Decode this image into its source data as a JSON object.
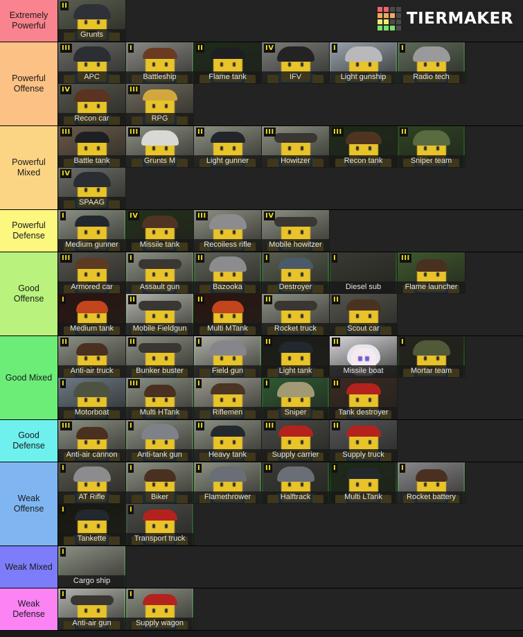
{
  "brand": {
    "name": "TIERMAKER",
    "logo_colors": [
      [
        "#f2626b",
        "#f2626b",
        "#4a4a4a",
        "#4a4a4a"
      ],
      [
        "#f0a860",
        "#f0a860",
        "#f0a860",
        "#4a4a4a"
      ],
      [
        "#f2e96b",
        "#f2e96b",
        "#4a4a4a",
        "#4a4a4a"
      ],
      [
        "#7ae06b",
        "#7ae06b",
        "#7ae06b",
        "#4a4a4a"
      ]
    ]
  },
  "tiers": [
    {
      "label": "Extremely Powerful",
      "color": "#f9838e",
      "items": [
        {
          "name": "Grunts",
          "rank": "II",
          "selected": false,
          "skin": "helmet-dark",
          "hat": "#2e3238",
          "bg": "#5a5f50",
          "frown": true
        }
      ]
    },
    {
      "label": "Powerful Offense",
      "color": "#fcc185",
      "items": [
        {
          "name": "APC",
          "rank": "III",
          "selected": false,
          "skin": "helmet-dark",
          "hat": "#2b2f33",
          "bg": "#6a6a66"
        },
        {
          "name": "Battleship",
          "rank": "I",
          "selected": true,
          "skin": "cap-brown",
          "hat": "#6b3a22",
          "bg": "#8a8a86"
        },
        {
          "name": "Flame tank",
          "rank": "II",
          "selected": false,
          "skin": "cap-dark",
          "hat": "#1d1f22",
          "bg": "#1d2b1b"
        },
        {
          "name": "IFV",
          "rank": "IV",
          "selected": false,
          "skin": "helmet-dark",
          "hat": "#232323",
          "bg": "#7d7d7a"
        },
        {
          "name": "Light gunship",
          "rank": "I",
          "selected": true,
          "skin": "helmet-grey",
          "hat": "#b9b9bb",
          "bg": "#9aa3ad"
        },
        {
          "name": "Radio tech",
          "rank": "I",
          "selected": true,
          "skin": "helmet-grey",
          "hat": "#9a9a9c",
          "bg": "#5f6b5a"
        },
        {
          "name": "Recon car",
          "rank": "IV",
          "selected": false,
          "skin": "goggle-brown",
          "hat": "#5a3420",
          "bg": "#55564c"
        },
        {
          "name": "RPG",
          "rank": "III",
          "selected": false,
          "skin": "cap-tan",
          "hat": "#d2a83e",
          "bg": "#6f6a5c"
        }
      ]
    },
    {
      "label": "Powerful Mixed",
      "color": "#fcd584",
      "items": [
        {
          "name": "Battle tank",
          "rank": "III",
          "selected": false,
          "skin": "cap-dark",
          "hat": "#1d1f22",
          "bg": "#6b5b4a"
        },
        {
          "name": "Grunts M",
          "rank": "III",
          "selected": false,
          "skin": "helmet-white",
          "hat": "#d8d8d4",
          "bg": "#8d9184"
        },
        {
          "name": "Light gunner",
          "rank": "II",
          "selected": false,
          "skin": "cap-dark",
          "hat": "#22262b",
          "bg": "#8d9184"
        },
        {
          "name": "Howitzer",
          "rank": "III",
          "selected": false,
          "skin": "hat-wide",
          "hat": "#3a3632",
          "bg": "#8d9184"
        },
        {
          "name": "Recon tank",
          "rank": "III",
          "selected": false,
          "skin": "goggle-brown",
          "hat": "#4f3422",
          "bg": "#1e2a18"
        },
        {
          "name": "Sniper team",
          "rank": "II",
          "selected": true,
          "skin": "helmet-camo",
          "hat": "#5a6b42",
          "bg": "#2e4422"
        },
        {
          "name": "SPAAG",
          "rank": "IV",
          "selected": false,
          "skin": "helmet-dark",
          "hat": "#2a2e33",
          "bg": "#6d6d69"
        }
      ]
    },
    {
      "label": "Powerful Defense",
      "color": "#fbf77f",
      "items": [
        {
          "name": "Medium gunner",
          "rank": "I",
          "selected": true,
          "skin": "cap-dark",
          "hat": "#23282e",
          "bg": "#8d9184"
        },
        {
          "name": "Missile tank",
          "rank": "IV",
          "selected": false,
          "skin": "goggle-brown",
          "hat": "#4f3422",
          "bg": "#23301c"
        },
        {
          "name": "Recoiless rifle",
          "rank": "III",
          "selected": false,
          "skin": "helmet-grey",
          "hat": "#8c8c8e",
          "bg": "#8d9184"
        },
        {
          "name": "Mobile howitzer",
          "rank": "IV",
          "selected": false,
          "skin": "hat-wide",
          "hat": "#3a3632",
          "bg": "#8d9184"
        }
      ]
    },
    {
      "label": "Good Offense",
      "color": "#b9f27d",
      "items": [
        {
          "name": "Armored car",
          "rank": "III",
          "selected": false,
          "skin": "cap-brown",
          "hat": "#5d3a22",
          "bg": "#55544e"
        },
        {
          "name": "Assault gun",
          "rank": "I",
          "selected": true,
          "skin": "hat-wide",
          "hat": "#3a3632",
          "bg": "#8d9184"
        },
        {
          "name": "Bazooka",
          "rank": "II",
          "selected": true,
          "skin": "helmet-grey",
          "hat": "#8c8c8e",
          "bg": "#5e6257"
        },
        {
          "name": "Destroyer",
          "rank": "I",
          "selected": true,
          "skin": "cap-blue",
          "hat": "#4a5a6a",
          "bg": "#5a5f50"
        },
        {
          "name": "Diesel sub",
          "rank": "I",
          "selected": true,
          "skin": "none",
          "hat": "#1a1a1a",
          "bg": "#3a3a34"
        },
        {
          "name": "Flame launcher",
          "rank": "III",
          "selected": false,
          "skin": "hair-brown",
          "hat": "#4a3020",
          "bg": "#3f5a2e"
        },
        {
          "name": "Medium tank",
          "rank": "I",
          "selected": false,
          "skin": "hair-red",
          "hat": "#c2451e",
          "bg": "#2a1410"
        },
        {
          "name": "Mobile Fieldgun",
          "rank": "II",
          "selected": true,
          "skin": "hat-wide",
          "hat": "#3a3632",
          "bg": "#b4b4ae"
        },
        {
          "name": "Multi MTank",
          "rank": "II",
          "selected": false,
          "skin": "hair-red",
          "hat": "#c2451e",
          "bg": "#2a1410"
        },
        {
          "name": "Rocket truck",
          "rank": "II",
          "selected": false,
          "skin": "hat-wide",
          "hat": "#3a3632",
          "bg": "#8d9184"
        },
        {
          "name": "Scout car",
          "rank": "II",
          "selected": false,
          "skin": "cap-brown",
          "hat": "#4a3220",
          "bg": "#55544e"
        }
      ]
    },
    {
      "label": "Good Mixed",
      "color": "#6ced78",
      "items": [
        {
          "name": "Anti-air truck",
          "rank": "II",
          "selected": false,
          "skin": "hair-brown",
          "hat": "#4a3020",
          "bg": "#8d9184"
        },
        {
          "name": "Bunker buster",
          "rank": "II",
          "selected": false,
          "skin": "hat-wide",
          "hat": "#3a3632",
          "bg": "#8d9184"
        },
        {
          "name": "Field gun",
          "rank": "I",
          "selected": true,
          "skin": "helmet-grey",
          "hat": "#86868a",
          "bg": "#b0b0aa"
        },
        {
          "name": "Light tank",
          "rank": "II",
          "selected": false,
          "skin": "cap-dark",
          "hat": "#23282e",
          "bg": "#1a1a16"
        },
        {
          "name": "Missile boat",
          "rank": "II",
          "selected": false,
          "skin": "anime",
          "hat": "#e6e6ee",
          "bg": "#d8d8dc"
        },
        {
          "name": "Mortar team",
          "rank": "I",
          "selected": true,
          "skin": "helmet-olive",
          "hat": "#515a38",
          "bg": "#24241e"
        },
        {
          "name": "Motorboat",
          "rank": "I",
          "selected": false,
          "skin": "helmet-olive",
          "hat": "#4c5340",
          "bg": "#6d7a86"
        },
        {
          "name": "Multi HTank",
          "rank": "III",
          "selected": true,
          "skin": "hair-brown",
          "hat": "#4a3020",
          "bg": "#8d9184"
        },
        {
          "name": "Riflemen",
          "rank": "I",
          "selected": false,
          "skin": "cap-brown",
          "hat": "#4a3423",
          "bg": "#9a9a90"
        },
        {
          "name": "Sniper",
          "rank": "I",
          "selected": true,
          "skin": "helmet-camo",
          "hat": "#a29a74",
          "bg": "#2e5a34"
        },
        {
          "name": "Tank destroyer",
          "rank": "II",
          "selected": false,
          "skin": "cap-red",
          "hat": "#b4221e",
          "bg": "#3a2a22"
        }
      ]
    },
    {
      "label": "Good Defense",
      "color": "#6ef0ee",
      "items": [
        {
          "name": "Anti-air cannon",
          "rank": "III",
          "selected": false,
          "skin": "hair-brown",
          "hat": "#4a3020",
          "bg": "#8d9184"
        },
        {
          "name": "Anti-tank gun",
          "rank": "I",
          "selected": true,
          "skin": "helmet-grey",
          "hat": "#7e8288",
          "bg": "#8d9184"
        },
        {
          "name": "Heavy tank",
          "rank": "II",
          "selected": false,
          "skin": "cap-dark",
          "hat": "#23282e",
          "bg": "#8d9184"
        },
        {
          "name": "Supply carrier",
          "rank": "III",
          "selected": false,
          "skin": "cap-red",
          "hat": "#b4221e",
          "bg": "#4a4a46"
        },
        {
          "name": "Supply truck",
          "rank": "II",
          "selected": false,
          "skin": "cap-red",
          "hat": "#b4221e",
          "bg": "#56565a"
        }
      ]
    },
    {
      "label": "Weak Offense",
      "color": "#7fb6f2",
      "items": [
        {
          "name": "AT Rifle",
          "rank": "I",
          "selected": false,
          "skin": "helmet-grey",
          "hat": "#8c8c8e",
          "bg": "#55554c"
        },
        {
          "name": "Biker",
          "rank": "I",
          "selected": true,
          "skin": "hair-brown",
          "hat": "#4a3020",
          "bg": "#8d9184"
        },
        {
          "name": "Flamethrower",
          "rank": "I",
          "selected": true,
          "skin": "helmet-grey",
          "hat": "#6a6e76",
          "bg": "#8d9184"
        },
        {
          "name": "Halftrack",
          "rank": "II",
          "selected": true,
          "skin": "helmet-grey",
          "hat": "#6a6e76",
          "bg": "#3a3a36"
        },
        {
          "name": "Multi LTank",
          "rank": "I",
          "selected": true,
          "skin": "cap-dark",
          "hat": "#23282e",
          "bg": "#1e2a18"
        },
        {
          "name": "Rocket battery",
          "rank": "I",
          "selected": true,
          "skin": "hair-brown",
          "hat": "#4a3020",
          "bg": "#8a8a8e"
        },
        {
          "name": "Tankette",
          "rank": "I",
          "selected": false,
          "skin": "cap-dark",
          "hat": "#23282e",
          "bg": "#16180f"
        },
        {
          "name": "Transport truck",
          "rank": "I",
          "selected": true,
          "skin": "cap-red",
          "hat": "#b4221e",
          "bg": "#4a4a46"
        }
      ]
    },
    {
      "label": "Weak Mixed",
      "color": "#7d7dfa",
      "items": [
        {
          "name": "Cargo ship",
          "rank": "I",
          "selected": true,
          "skin": "none",
          "hat": "#1a1a1a",
          "bg": "#8d9184"
        }
      ]
    },
    {
      "label": "Weak Defense",
      "color": "#fb83f4",
      "items": [
        {
          "name": "Anti-air gun",
          "rank": "I",
          "selected": true,
          "skin": "hat-wide",
          "hat": "#3a3632",
          "bg": "#b4b4ae"
        },
        {
          "name": "Supply wagon",
          "rank": "I",
          "selected": true,
          "skin": "cap-red",
          "hat": "#b4221e",
          "bg": "#8d9184"
        }
      ]
    }
  ]
}
